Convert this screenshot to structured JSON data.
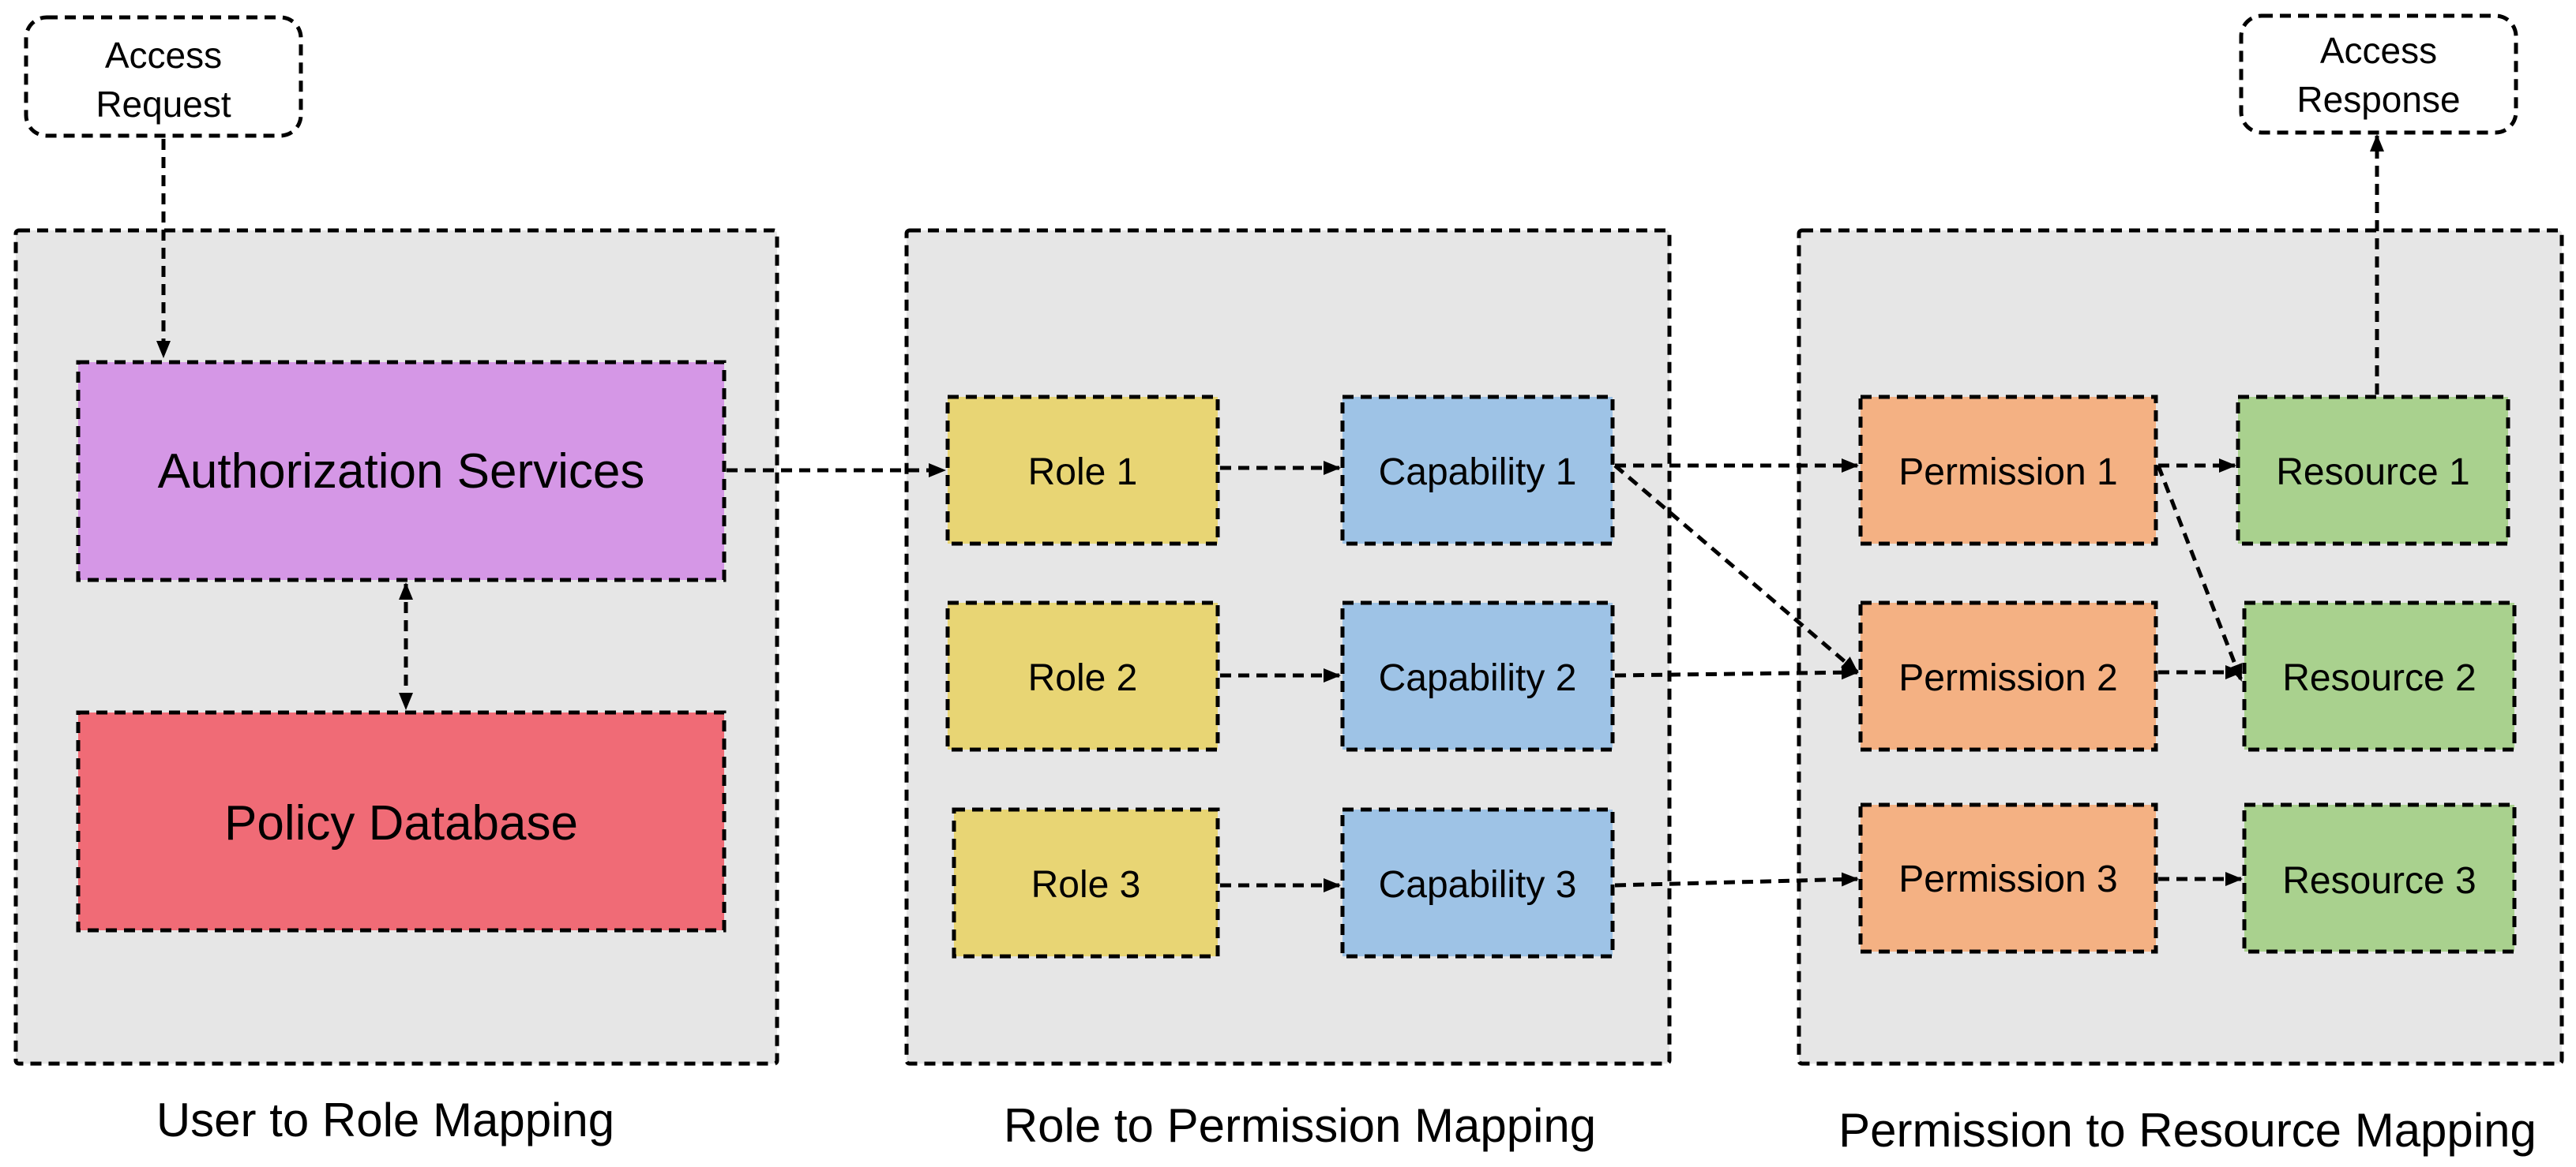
{
  "panels": [
    {
      "id": "user-role",
      "caption": "User to Role Mapping"
    },
    {
      "id": "role-permission",
      "caption": "Role to Permission Mapping"
    },
    {
      "id": "permission-resource",
      "caption": "Permission to Resource Mapping"
    }
  ],
  "io": {
    "access_request": [
      "Access",
      "Request"
    ],
    "access_response": [
      "Access",
      "Response"
    ]
  },
  "services": {
    "authorization": "Authorization Services",
    "policy_db": "Policy Database"
  },
  "roles": [
    "Role 1",
    "Role 2",
    "Role 3"
  ],
  "capabilities": [
    "Capability 1",
    "Capability 2",
    "Capability 3"
  ],
  "permissions": [
    "Permission 1",
    "Permission 2",
    "Permission 3"
  ],
  "resources": [
    "Resource 1",
    "Resource 2",
    "Resource 3"
  ],
  "colors": {
    "panel_fill": "#e6e6e6",
    "authorization": "#d597e6",
    "policy_db": "#f06b76",
    "role": "#e8d574",
    "capability": "#9ec3e6",
    "permission": "#f4b183",
    "resource": "#a9d18e",
    "io_fill": "#ffffff"
  }
}
